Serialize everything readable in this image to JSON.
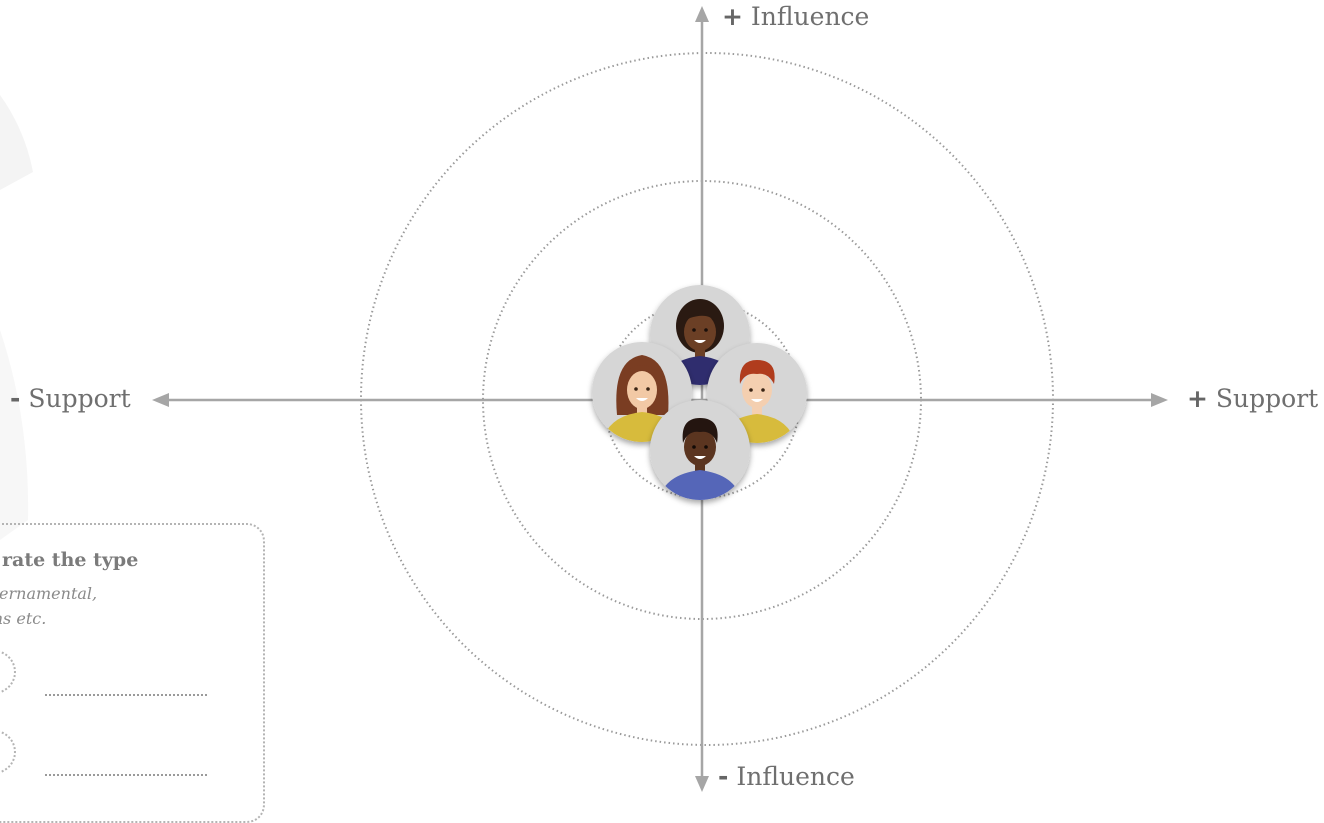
{
  "axes": {
    "top": {
      "sign": "+",
      "label": "Influence"
    },
    "bottom": {
      "sign": "-",
      "label": "Influence"
    },
    "left": {
      "sign": "-",
      "label": "Support"
    },
    "right": {
      "sign": "+",
      "label": "Support"
    }
  },
  "legend": {
    "title": "rate the type",
    "subtitle_lines": [
      "vernamental,",
      "ions etc."
    ],
    "rows": [
      {
        "entry": ""
      },
      {
        "entry": ""
      }
    ]
  },
  "stakeholders": [
    {
      "name": "woman-dark-skin",
      "skin": "#6b3f25",
      "hair": "#2a1a12",
      "shirt": "#2f2d6e"
    },
    {
      "name": "woman-light-skin",
      "skin": "#f2c9a5",
      "hair": "#7a3d22",
      "shirt": "#d7bb3c"
    },
    {
      "name": "boy-red-hair",
      "skin": "#f4cfb0",
      "hair": "#b03c1d",
      "shirt": "#d7bb3c"
    },
    {
      "name": "man-dark-skin",
      "skin": "#5b3520",
      "hair": "#241510",
      "shirt": "#5566b8"
    }
  ],
  "colors": {
    "axis": "#a6a6a6",
    "ring": "#9a9a9a",
    "avatar_bg": "#d6d6d6"
  }
}
